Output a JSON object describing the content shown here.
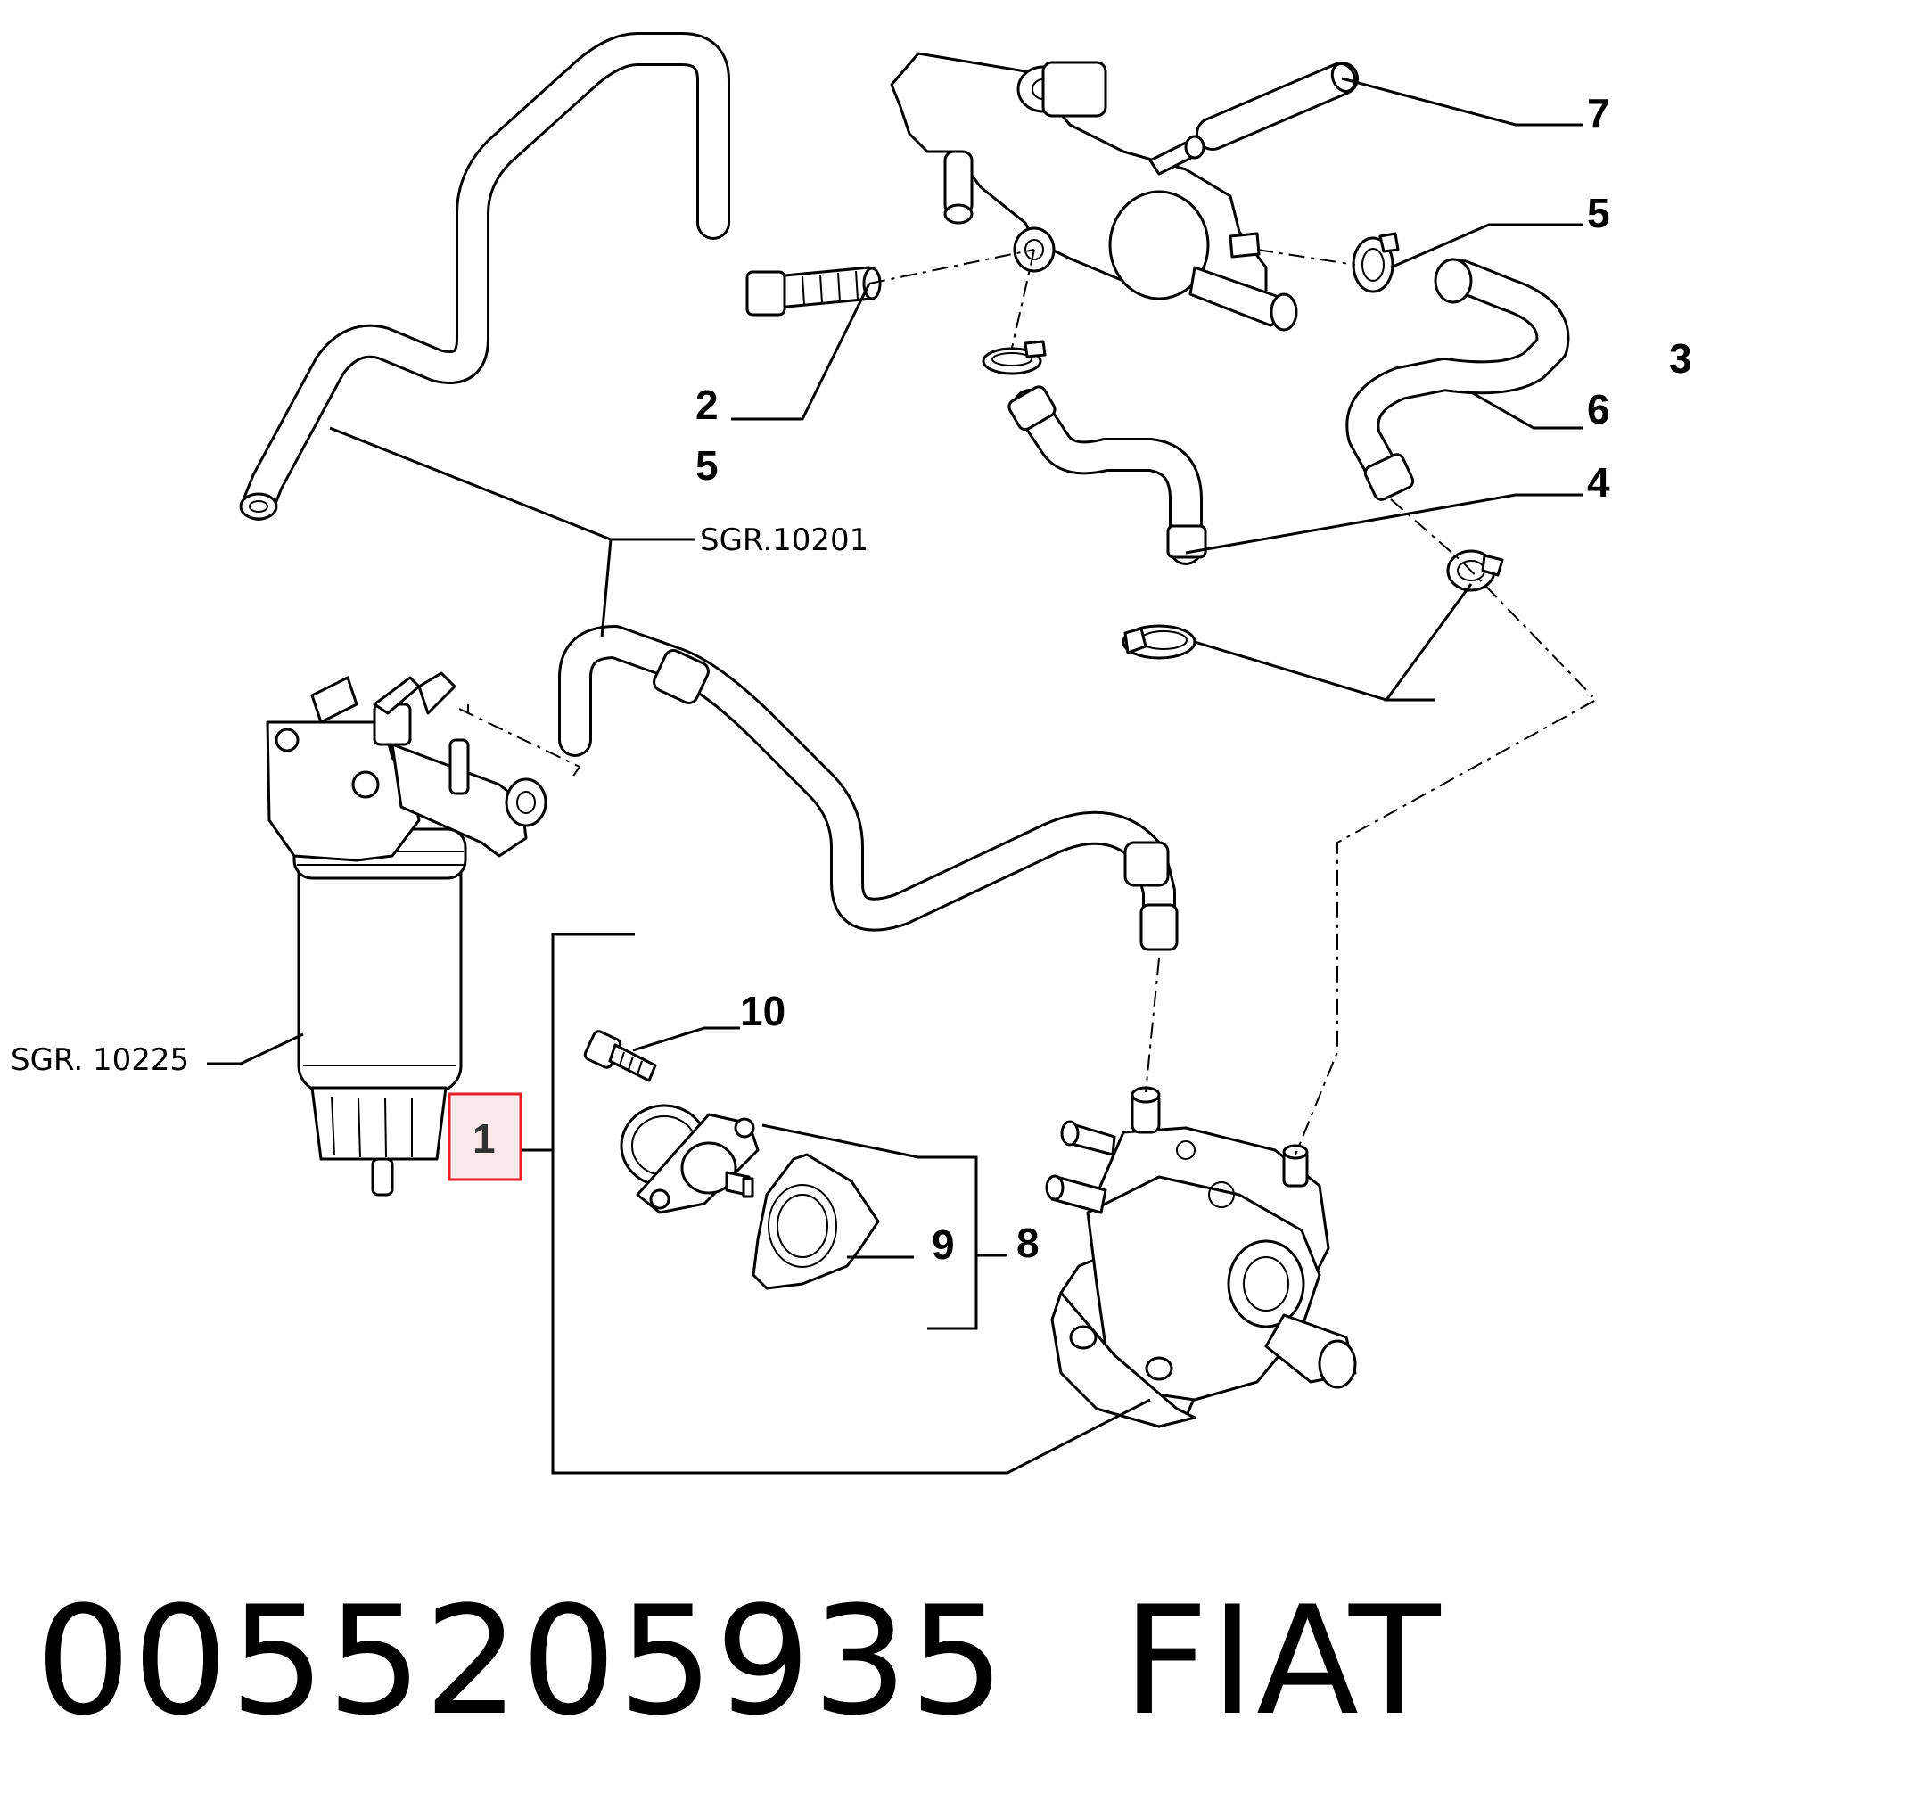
{
  "diagram": {
    "callouts": {
      "c1": "1",
      "c2": "2",
      "c3": "3",
      "c4": "4",
      "c5a": "5",
      "c5b": "5",
      "c6": "6",
      "c7": "7",
      "c8": "8",
      "c9": "9",
      "c10": "10"
    },
    "references": {
      "sgr_filter": "SGR. 10225",
      "sgr_hose": "SGR.10201"
    },
    "highlight_color": "#e31e24"
  },
  "footer": {
    "part_number": "0055205935",
    "brand": "FIAT"
  }
}
